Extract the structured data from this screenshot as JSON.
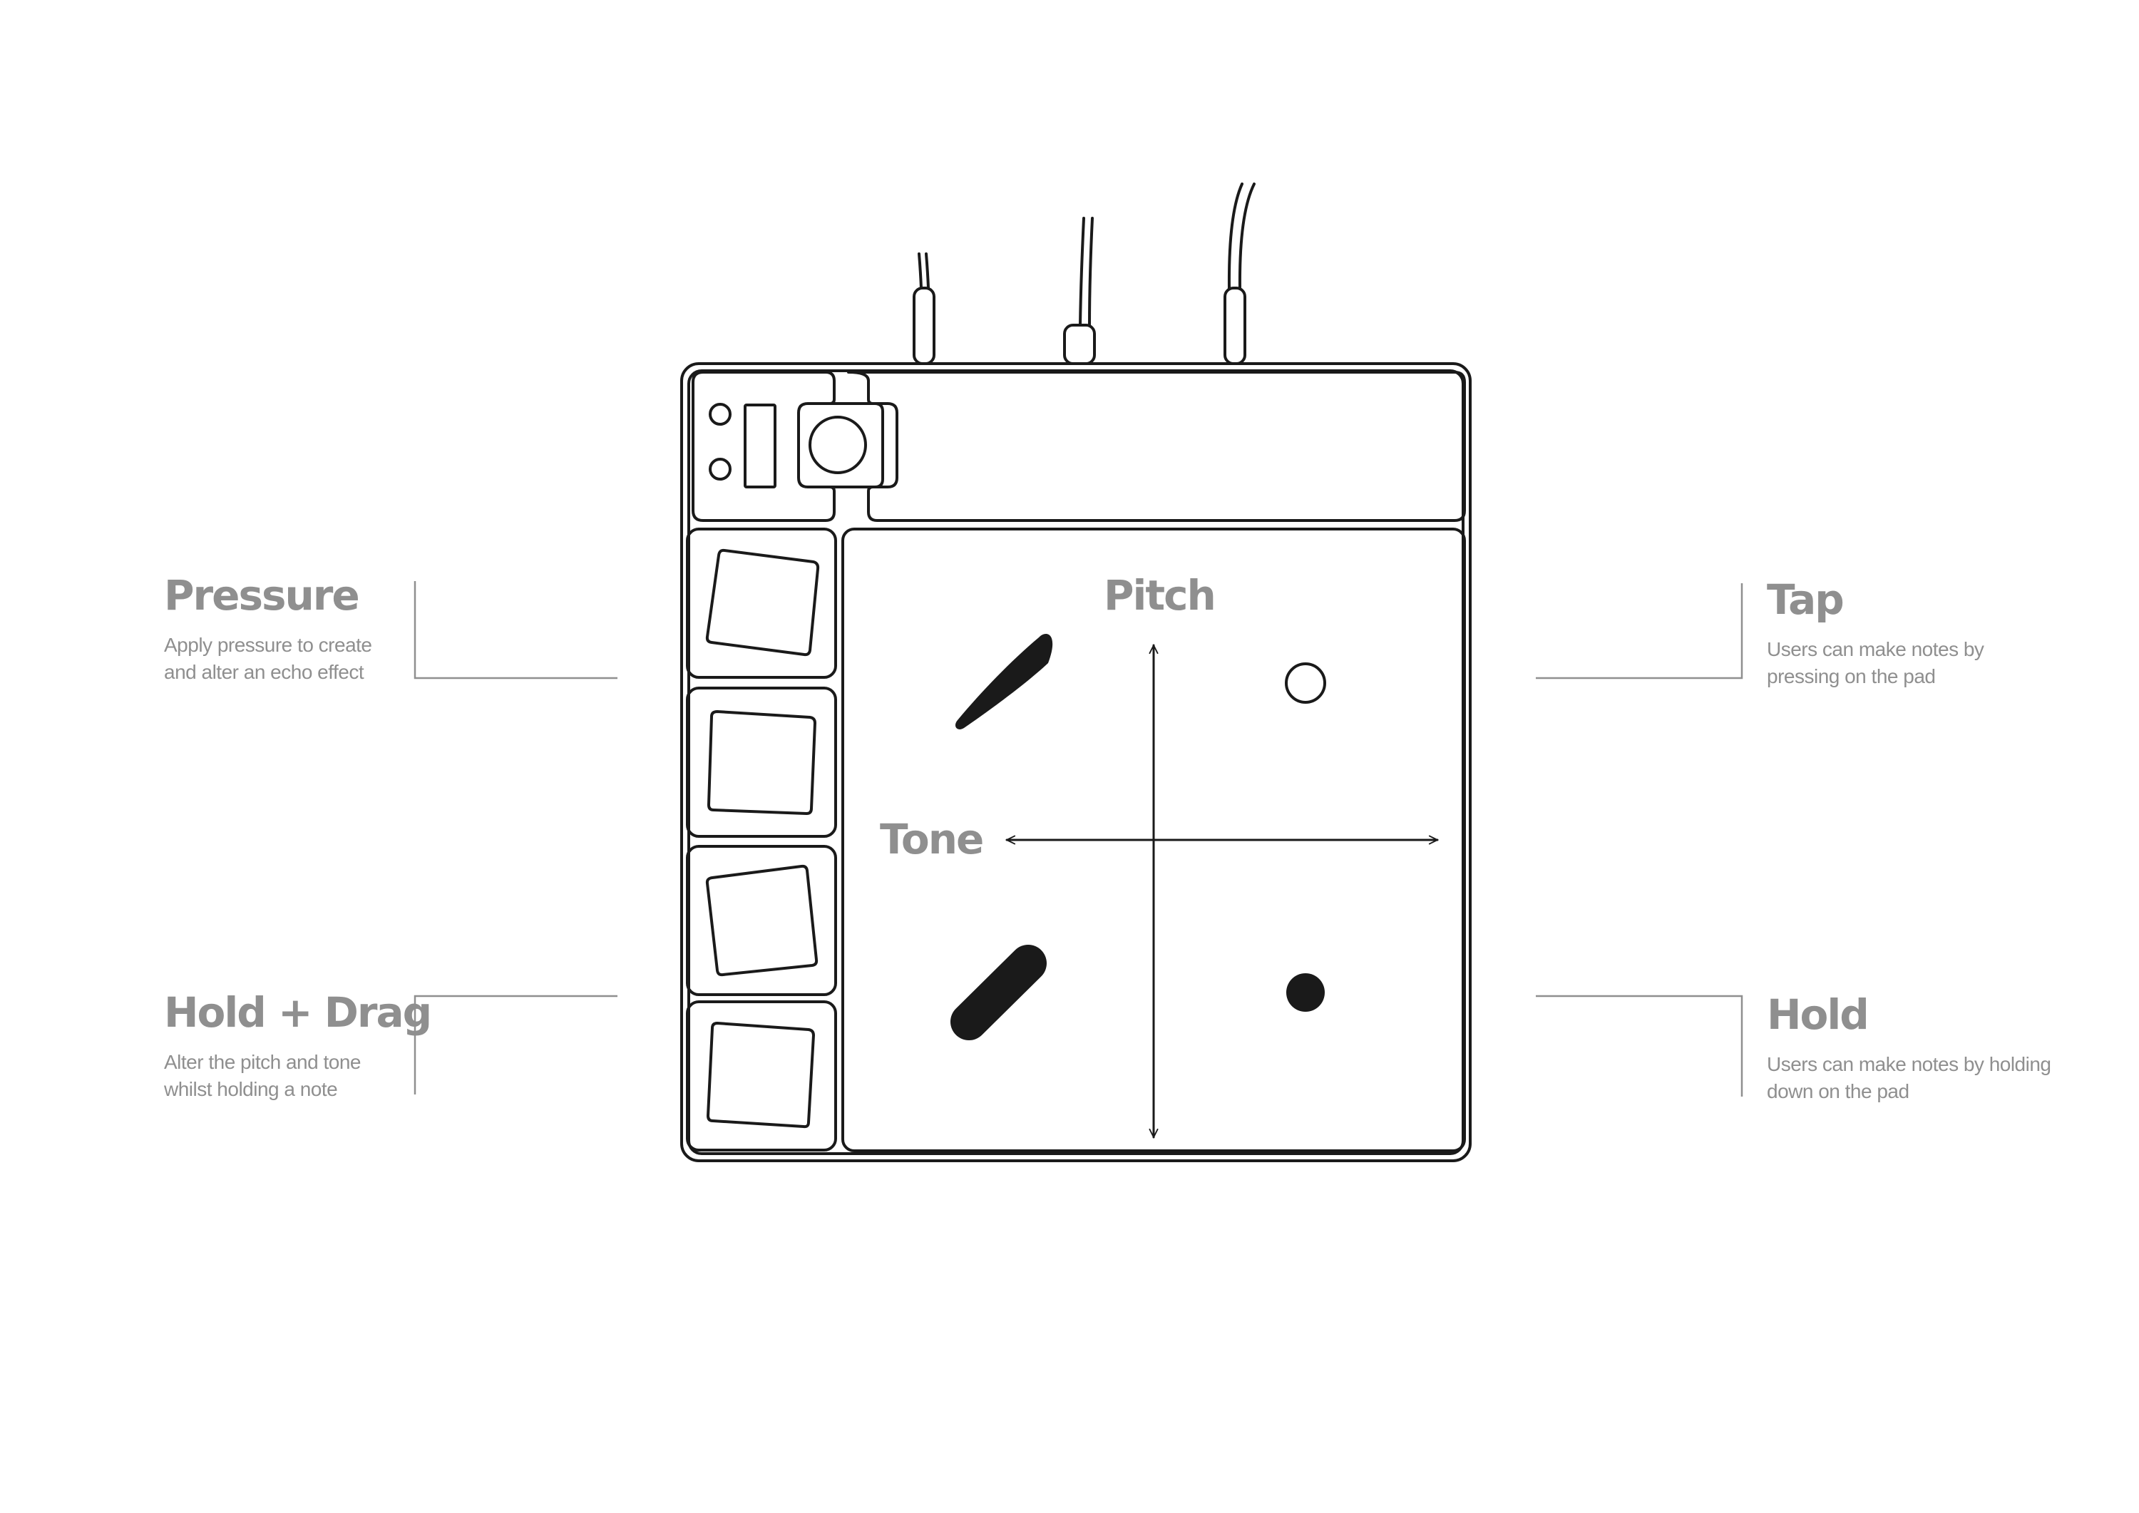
{
  "colors": {
    "outline": "#1a1a1a",
    "label": "#8f8f8f",
    "leader": "#8f8f8f",
    "background": "#ffffff"
  },
  "labels": {
    "pressure": {
      "title": "Pressure",
      "desc_line1": "Apply pressure to create",
      "desc_line2": "and alter an echo effect"
    },
    "hold_drag": {
      "title": "Hold + Drag",
      "desc_line1": "Alter the pitch and tone",
      "desc_line2": "whilst holding a note"
    },
    "tap": {
      "title": "Tap",
      "desc_line1": "Users can make notes by",
      "desc_line2": "pressing on the pad"
    },
    "hold": {
      "title": "Hold",
      "desc_line1": "Users can make notes by holding",
      "desc_line2": "down on the pad"
    }
  },
  "axes": {
    "vertical": "Pitch",
    "horizontal": "Tone"
  },
  "icons": {
    "pressure_gesture": "stroke-icon",
    "drag_gesture": "drag-stroke-icon",
    "tap_gesture": "open-circle-icon",
    "hold_gesture": "filled-circle-icon"
  }
}
